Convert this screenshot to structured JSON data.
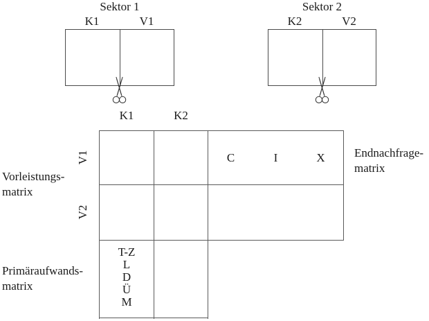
{
  "sectors": [
    {
      "title": "Sektor 1",
      "col_left": "K1",
      "col_right": "V1"
    },
    {
      "title": "Sektor 2",
      "col_left": "K2",
      "col_right": "V2"
    }
  ],
  "matrix": {
    "col_headers": [
      "K1",
      "K2"
    ],
    "row_labels": [
      "V1",
      "V2"
    ],
    "intermediate_label": "Vorleistungs-\nmatrix",
    "final_demand_label": "Endnachfrage-\nmatrix",
    "primary_input_label": "Primäraufwands-\nmatrix",
    "final_demand_components": [
      "C",
      "I",
      "X"
    ],
    "primary_input_components": [
      "T-Z",
      "L",
      "D",
      "Ü",
      "M"
    ]
  },
  "icons": {
    "scissors": "scissors-cut"
  },
  "colors": {
    "line": "#5a5a5a",
    "box_border": "#4a4a4a",
    "text": "#1a1a1a",
    "background": "#ffffff"
  }
}
